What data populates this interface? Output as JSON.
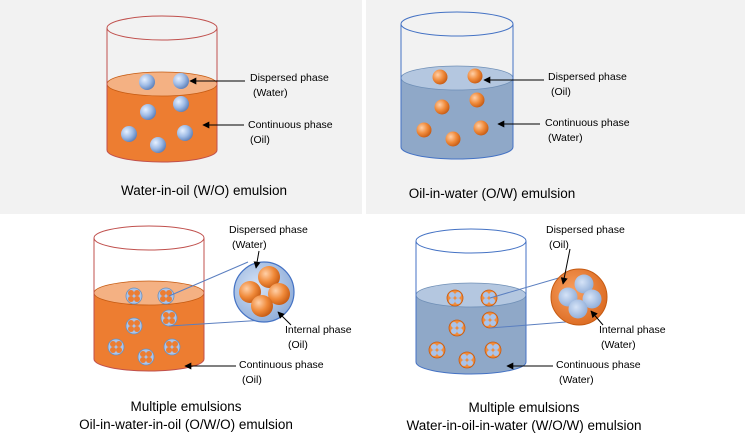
{
  "colors": {
    "panel_bg": "#f2f2f2",
    "oil": "#ed7d31",
    "oil_dark": "#c55a11",
    "water": "#8fa8c8",
    "water_dark": "#6f8fb6",
    "beaker_wo": "#c0504d",
    "beaker_ow": "#4472c4",
    "droplet_blue": "#a9c4ec",
    "droplet_orange": "#f08c3c"
  },
  "panels": [
    {
      "caption": [
        "Water-in-oil (W/O) emulsion"
      ],
      "labels": [
        {
          "line1": "Dispersed phase",
          "line2": "(Water)"
        },
        {
          "line1": "Continuous phase",
          "line2": "(Oil)"
        }
      ]
    },
    {
      "caption": [
        "Oil-in-water (O/W) emulsion"
      ],
      "labels": [
        {
          "line1": "Dispersed phase",
          "line2": "(Oil)"
        },
        {
          "line1": "Continuous phase",
          "line2": "(Water)"
        }
      ]
    },
    {
      "caption": [
        "Multiple emulsions",
        "Oil-in-water-in-oil (O/W/O) emulsion"
      ],
      "labels": [
        {
          "line1": "Dispersed phase",
          "line2": "(Water)"
        },
        {
          "line1": "Internal phase",
          "line2": "(Oil)"
        },
        {
          "line1": "Continuous phase",
          "line2": "(Oil)"
        }
      ]
    },
    {
      "caption": [
        "Multiple emulsions",
        "Water-in-oil-in-water (W/O/W) emulsion"
      ],
      "labels": [
        {
          "line1": "Dispersed phase",
          "line2": "(Oil)"
        },
        {
          "line1": "Internal phase",
          "line2": "(Water)"
        },
        {
          "line1": "Continuous phase",
          "line2": "(Water)"
        }
      ]
    }
  ]
}
